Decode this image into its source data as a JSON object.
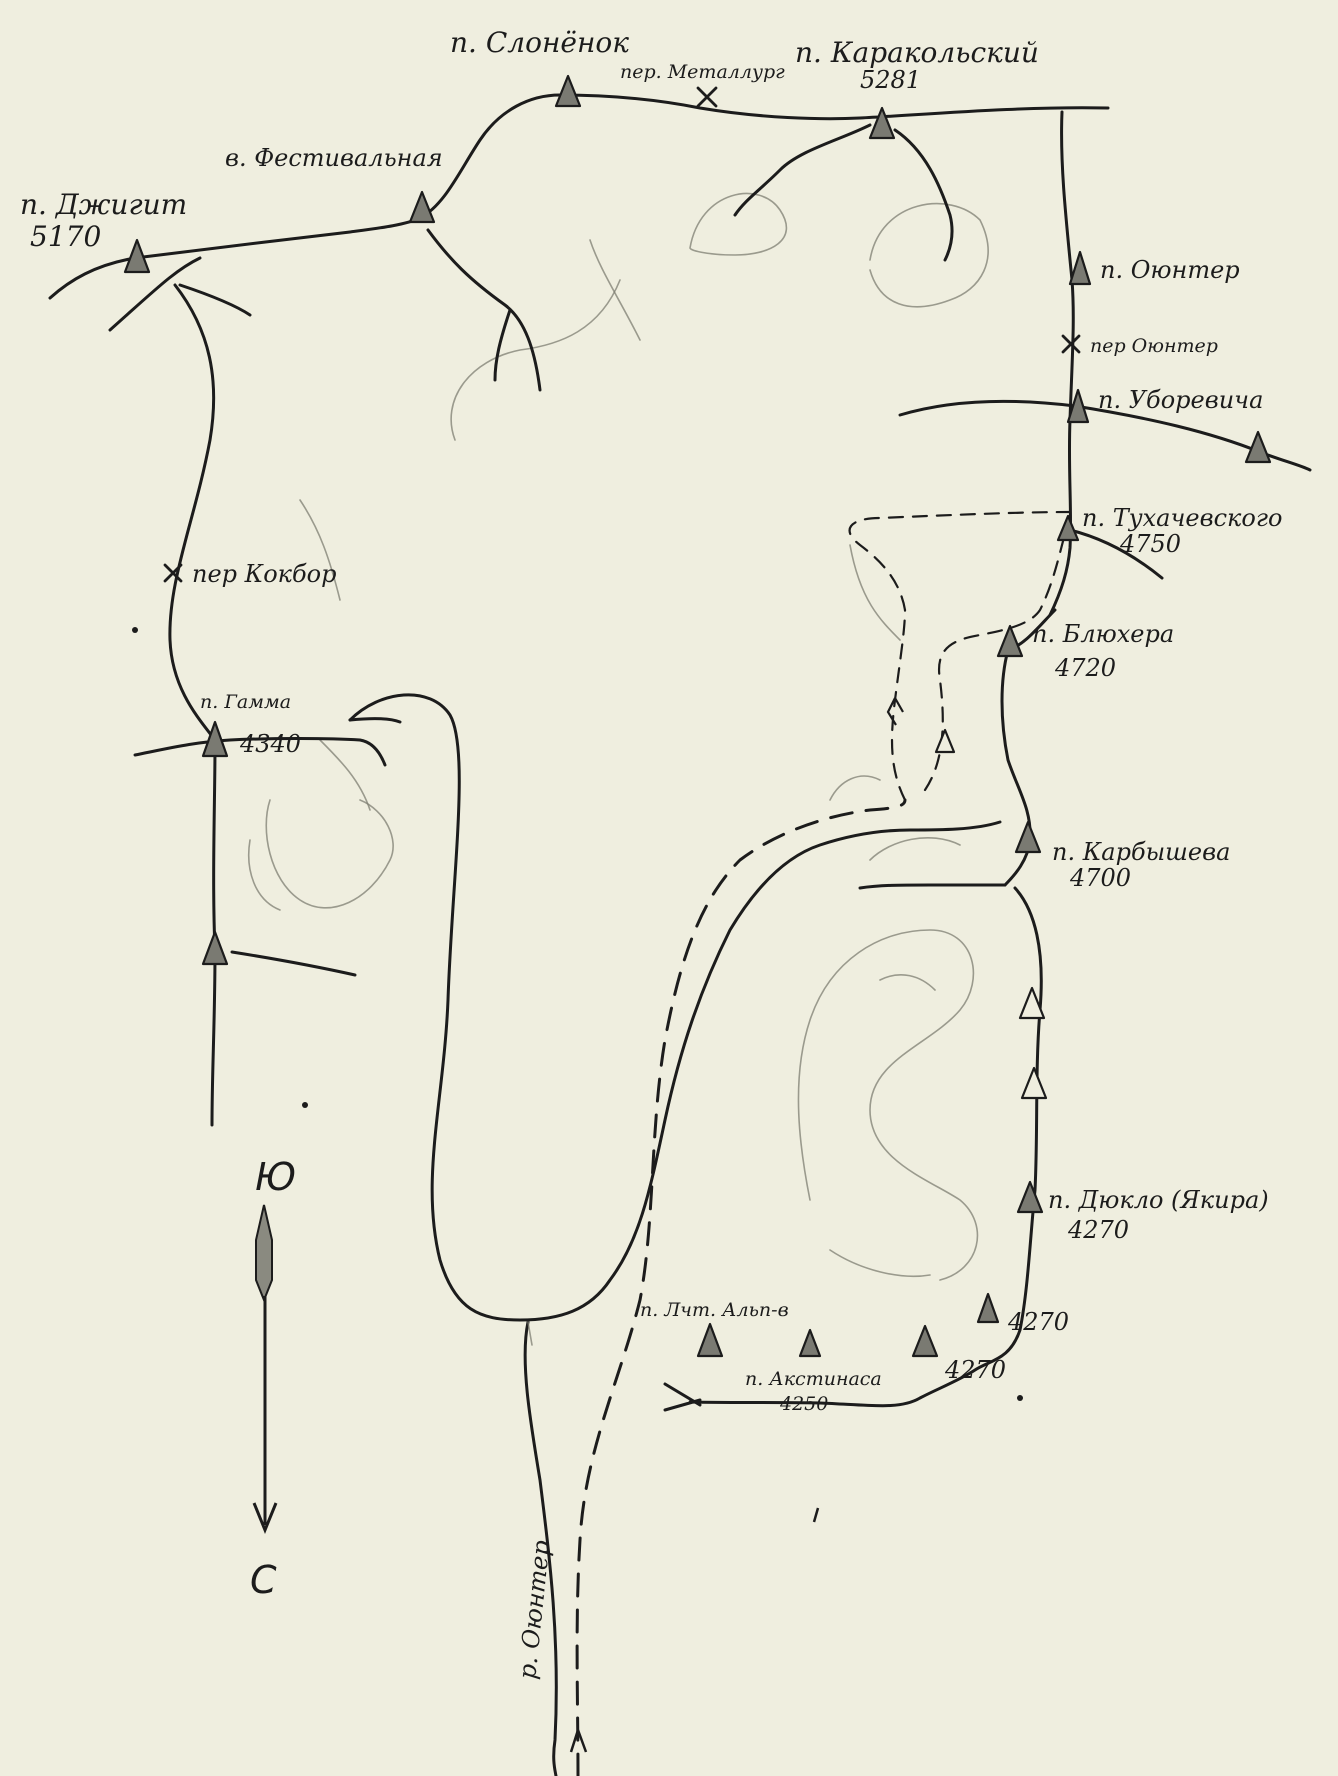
{
  "peaks": {
    "dzhigit": {
      "name": "п. Джигит",
      "height": "5170"
    },
    "festivalnaya": {
      "name": "в. Фестивальная"
    },
    "slonenok": {
      "name": "п. Слонёнок"
    },
    "karakolsky": {
      "name": "п. Каракольский",
      "height": "5281"
    },
    "oyunter": {
      "name": "п. Оюнтер"
    },
    "uborevicha": {
      "name": "п. Уборевича"
    },
    "tukhachevskogo": {
      "name": "п. Тухачевского",
      "height": "4750"
    },
    "blyukhera": {
      "name": "п. Блюхера",
      "height": "4720"
    },
    "karbysheva": {
      "name": "п. Карбышева",
      "height": "4700"
    },
    "dyuklo": {
      "name": "п. Дюкло (Якира)",
      "height": "4270"
    },
    "gamma": {
      "name": "п. Гамма",
      "height": "4340"
    },
    "lchtalp": {
      "name": "п. Лчт. Альп-в"
    },
    "akstinasa": {
      "name": "п. Акстинаса",
      "height": "4250"
    },
    "unnamed1": {
      "height": "4270"
    },
    "unnamed2": {
      "height": "4270"
    }
  },
  "passes": {
    "metallurg": "пер. Металлург",
    "oyunter": "пер Оюнтер",
    "kokbor": "пер Кокбор"
  },
  "river": "р. Оюнтер",
  "compass": {
    "south": "Ю",
    "north": "С"
  }
}
